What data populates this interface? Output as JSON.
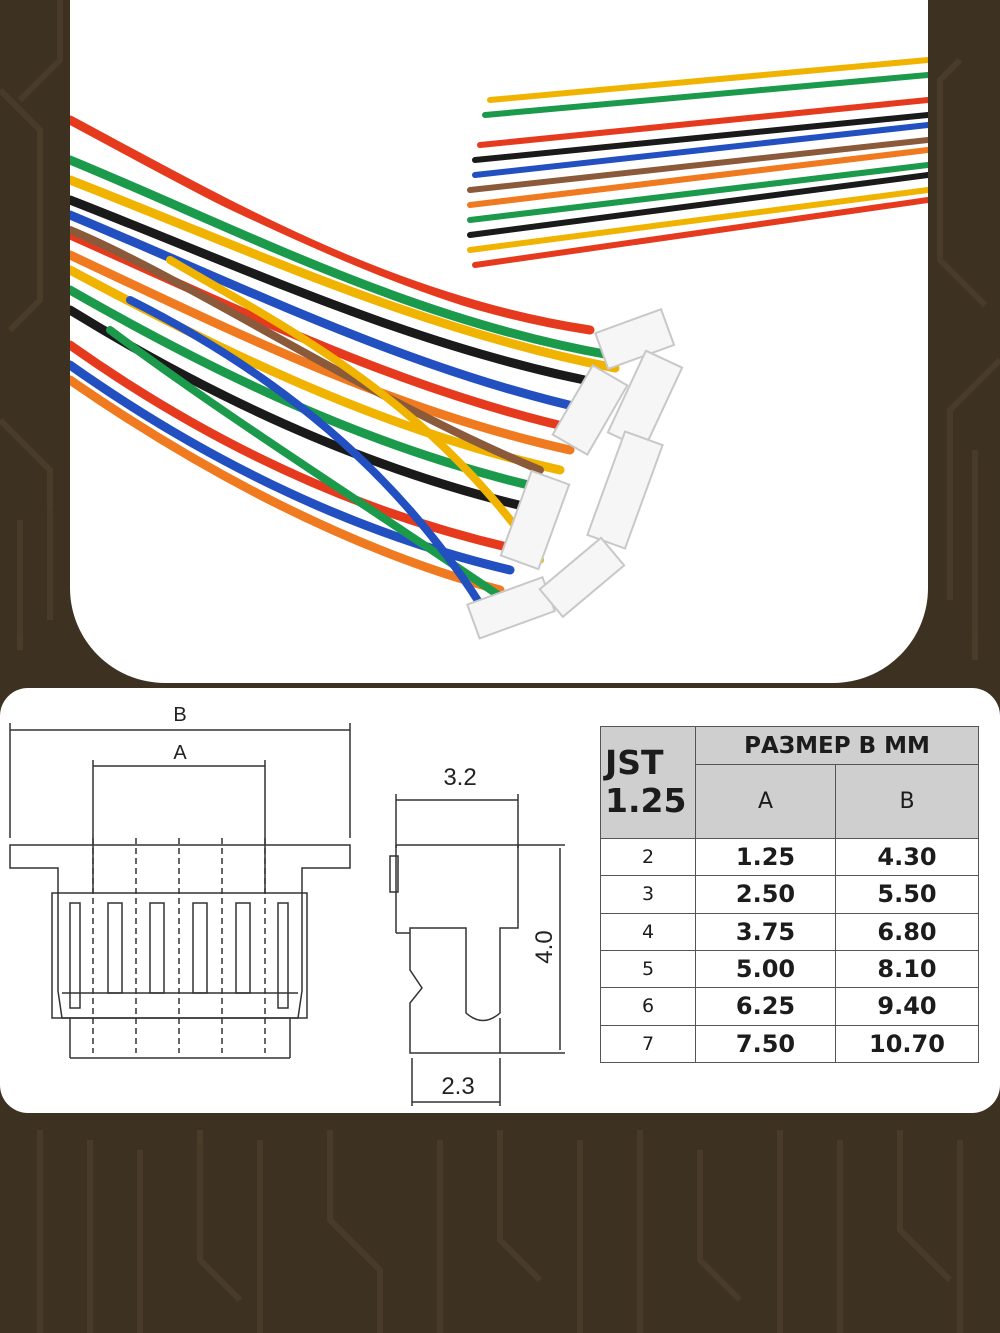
{
  "photo": {
    "subject": "wire-harness-photo"
  },
  "drawing": {
    "label_b": "B",
    "label_a": "A",
    "dim_top": "3.2",
    "dim_height": "4.0",
    "dim_bottom": "2.3"
  },
  "table": {
    "brand_line1": "JST",
    "brand_line2": "1.25",
    "size_header": "РАЗМЕР В ММ",
    "col_a": "A",
    "col_b": "B",
    "rows": [
      {
        "pins": "2",
        "a": "1.25",
        "b": "4.30"
      },
      {
        "pins": "3",
        "a": "2.50",
        "b": "5.50"
      },
      {
        "pins": "4",
        "a": "3.75",
        "b": "6.80"
      },
      {
        "pins": "5",
        "a": "5.00",
        "b": "8.10"
      },
      {
        "pins": "6",
        "a": "6.25",
        "b": "9.40"
      },
      {
        "pins": "7",
        "a": "7.50",
        "b": "10.70"
      }
    ]
  },
  "colors": {
    "background": "#3d3222",
    "card": "#ffffff",
    "table_header": "#cfcfcf"
  }
}
